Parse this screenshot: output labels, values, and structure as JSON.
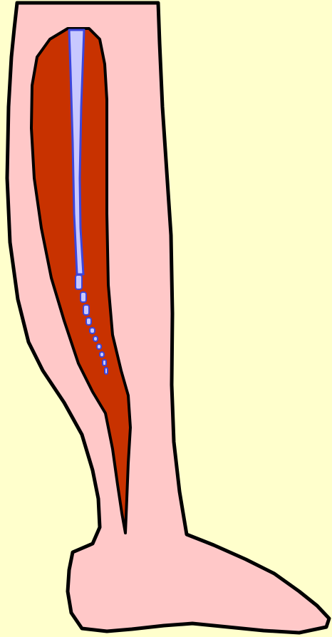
{
  "colors": {
    "background": "#ffffcc",
    "skin": "#ffc8c8",
    "outline": "#000000",
    "muscle": "#c83200",
    "tendon_fill": "#c8c8ff",
    "tendon_stroke": "#3c46dc"
  },
  "diagram": {
    "parts": [
      "leg-outline",
      "calf-muscle",
      "tendon"
    ]
  }
}
